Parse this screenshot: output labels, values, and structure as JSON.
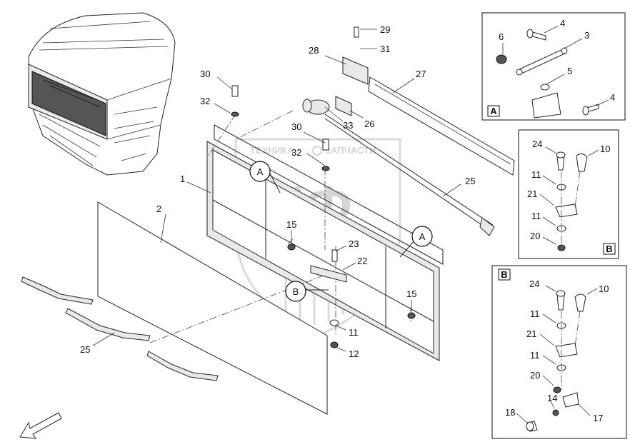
{
  "watermark": {
    "brand_top": "ТЕХНИКА",
    "brand_top2": "ЗАПЧАСТИ",
    "logo": "ЭПФ"
  },
  "callouts": [
    "A",
    "A",
    "B"
  ],
  "detail_boxes": [
    {
      "tag": "A",
      "labels": [
        "4",
        "6",
        "3",
        "5",
        "4"
      ]
    },
    {
      "tag": "B",
      "labels": [
        "24",
        "10",
        "11",
        "21",
        "11",
        "20"
      ]
    },
    {
      "tag": "B",
      "labels": [
        "24",
        "10",
        "11",
        "21",
        "11",
        "20",
        "14",
        "18",
        "17"
      ]
    }
  ],
  "main_labels": [
    "29",
    "31",
    "28",
    "27",
    "30",
    "32",
    "33",
    "26",
    "30",
    "32",
    "1",
    "25",
    "2",
    "15",
    "23",
    "22",
    "15",
    "11",
    "12",
    "25"
  ]
}
